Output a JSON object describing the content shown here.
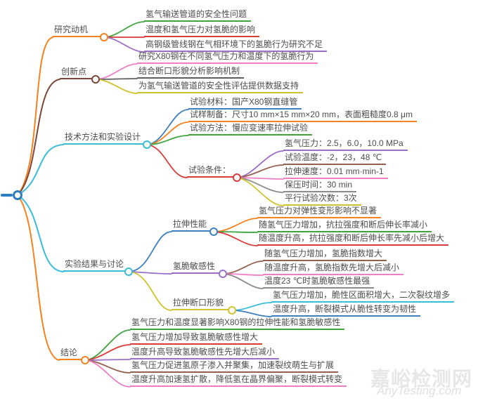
{
  "palette": {
    "orange": "#F5821F",
    "brown_dark": "#7E4638",
    "brown": "#96604F",
    "cyan": "#38BDDB",
    "green": "#3FA43F",
    "red": "#DB3B37",
    "purple": "#9B6EC8",
    "pink": "#F07EC4",
    "gray": "#8C8C8C",
    "gray_dark": "#5F5F5F",
    "yellow": "#CFC32E",
    "blue": "#3E7FC1",
    "root_blue": "#2E7FC1",
    "text": "#4D4D4D"
  },
  "branches": [
    {
      "label": "研究动机",
      "children": [
        {
          "label": "氢气输送管道的安全性问题"
        },
        {
          "label": "温度和氢气压力对氢脆的影响"
        },
        {
          "label": "高钢级管线钢在气相环境下的氢脆行为研究不足"
        }
      ]
    },
    {
      "label": "创新点",
      "children": [
        {
          "label": "研究X80钢在不同氢气压力和温度下的氢脆行为"
        },
        {
          "label": "结合断口形貌分析影响机制"
        },
        {
          "label": "为氢气输送管道的安全性评估提供数据支持"
        }
      ]
    },
    {
      "label": "技术方法和实验设计",
      "children": [
        {
          "label": "试验材料：国产X80钢直缝管"
        },
        {
          "label": "试样制备：尺寸10 mm×15 mm×20 mm，表面粗糙度0.8 μm"
        },
        {
          "label": "试验方法：慢应变速率拉伸试验"
        },
        {
          "label": "试验条件：",
          "children": [
            {
              "label": "氢气压力：2.5，6.0，10.0 MPa"
            },
            {
              "label": "试验温度：-2，23，48 ℃"
            },
            {
              "label": "拉伸速度：0.01 mm·min-1"
            },
            {
              "label": "保压时间：30 min"
            },
            {
              "label": "平行试验次数：3次"
            }
          ]
        }
      ]
    },
    {
      "label": "实验结果与讨论",
      "children": [
        {
          "label": "拉伸性能",
          "children": [
            {
              "label": "氢气压力对弹性变形影响不显著"
            },
            {
              "label": "随氢气压力增加，抗拉强度和断后伸长率减小"
            },
            {
              "label": "随温度升高，抗拉强度和断后伸长率先减小后增大"
            }
          ]
        },
        {
          "label": "氢脆敏感性",
          "children": [
            {
              "label": "随氢气压力增加，氢脆指数增大"
            },
            {
              "label": "随温度升高，氢脆指数先增大后减小"
            },
            {
              "label": "温度23 ℃时氢脆敏感性最强"
            }
          ]
        },
        {
          "label": "拉伸断口形貌",
          "children": [
            {
              "label": "氢气压力增加，脆性区面积增大，二次裂纹增多"
            },
            {
              "label": "温度升高，断裂模式从脆性转变为韧性"
            }
          ]
        }
      ]
    },
    {
      "label": "结论",
      "children": [
        {
          "label": "氢气压力和温度显著影响X80钢的拉伸性能和氢脆敏感性"
        },
        {
          "label": "氢气压力增加导致氢脆敏感性增大"
        },
        {
          "label": "温度升高导致氢脆敏感性先增大后减小"
        },
        {
          "label": "氢气压力促进氢原子渗入并聚集，加速裂纹萌生与扩展"
        },
        {
          "label": "温度升高加速氢扩散，降低氢在晶界偏聚，断裂模式转变"
        }
      ]
    }
  ],
  "watermark": {
    "line1": "嘉峪检测网",
    "line2": "AnyTesting.com"
  }
}
